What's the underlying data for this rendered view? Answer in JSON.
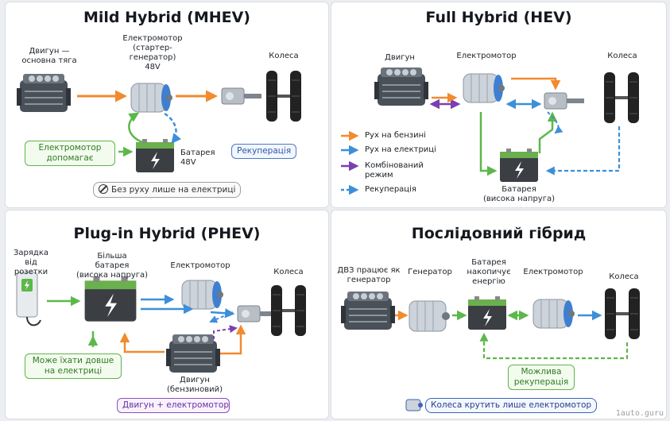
{
  "colors": {
    "fuel": "#f28a2e",
    "electric": "#3d8fd9",
    "combined": "#7b3fb0",
    "regen": "#3d8fd9",
    "assist": "#5cb84a"
  },
  "mhev": {
    "title": "Mild Hybrid (MHEV)",
    "engine_label": "Двигун —\nосновна тяга",
    "motor_label": "Електромотор\n(стартер-\nгенератор)\n48V",
    "wheels_label": "Колеса",
    "battery_label": "Батарея\n48V",
    "assist_tag": "Електромотор\nдопомагає",
    "regen_tag": "Рекуперація",
    "no_ev_note": "Без руху лише на електриці"
  },
  "hev": {
    "title": "Full Hybrid (HEV)",
    "engine_label": "Двигун",
    "motor_label": "Електромотор",
    "wheels_label": "Колеса",
    "battery_label": "Батарея\n(висока напруга)",
    "legend": [
      {
        "label": "Рух на бензині",
        "style": "fuel"
      },
      {
        "label": "Рух на електриці",
        "style": "electric"
      },
      {
        "label": "Комбінований\nрежим",
        "style": "combined"
      },
      {
        "label": "Рекуперація",
        "style": "regen"
      }
    ]
  },
  "phev": {
    "title": "Plug-in Hybrid (PHEV)",
    "charger_label": "Зарядка\nвід розетки",
    "battery_label": "Більша\nбатарея\n(висока напруга)",
    "motor_label": "Електромотор",
    "wheels_label": "Колеса",
    "engine_label": "Двигун\n(бензиновий)",
    "ev_tag": "Може їхати довше\nна електриці",
    "combo_tag": "Двигун + електромотор"
  },
  "series": {
    "title": "Послідовний гібрид",
    "ice_label": "ДВЗ працює як\nгенератор",
    "generator_label": "Генератор",
    "battery_label": "Батарея\nнакопичує\nенергію",
    "motor_label": "Електромотор",
    "wheels_label": "Колеса",
    "regen_tag": "Можлива\nрекуперація",
    "note": "Колеса крутить лише електромотор"
  },
  "watermark": "1auto.guru"
}
